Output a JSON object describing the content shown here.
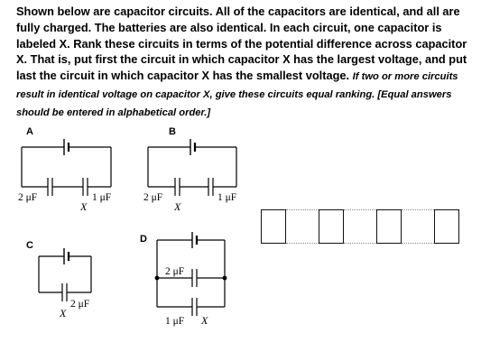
{
  "question": {
    "main": "Shown below are capacitor circuits. All of the capacitors are identical, and all are fully charged. The batteries are also identical. In each circuit, one capacitor is labeled X. Rank these circuits in terms of the potential difference across capacitor X. That is, put first the circuit in which capacitor X has the largest voltage, and put last the circuit in which capacitor X has the smallest voltage.",
    "note": "If two or more circuits result in identical voltage on capacitor X, give these circuits equal ranking. [Equal answers should be entered in alphabetical order.]"
  },
  "circuits": {
    "a": {
      "label": "A",
      "cap_left": "2 μF",
      "cap_right": "1 μF",
      "x_label": "X"
    },
    "b": {
      "label": "B",
      "cap_left": "2 μF",
      "cap_right": "1 μF",
      "x_label": "X"
    },
    "c": {
      "label": "C",
      "cap": "2 μF",
      "x_label": "X"
    },
    "d": {
      "label": "D",
      "cap_top": "2 μF",
      "cap_bottom": "1 μF",
      "x_label": "X"
    }
  },
  "ranking": {
    "slots": [
      "",
      "",
      "",
      ""
    ]
  }
}
